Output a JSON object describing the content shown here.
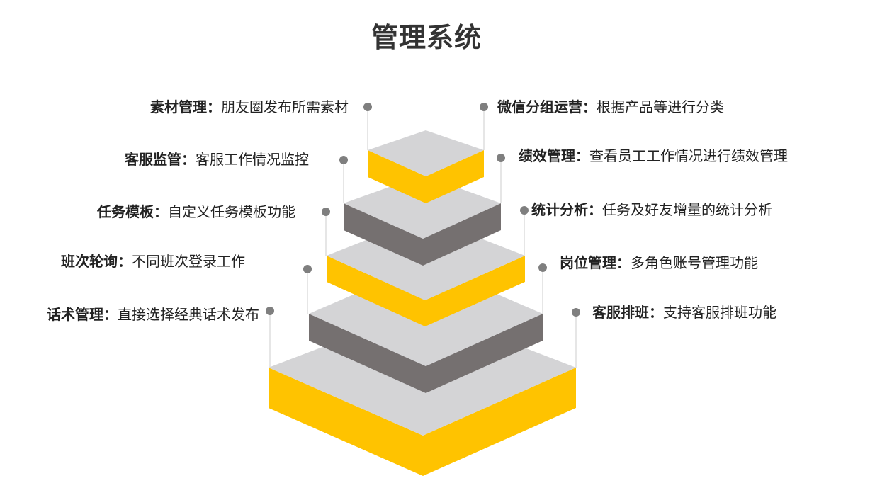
{
  "title": "管理系统",
  "colors": {
    "yellow": "#FFC300",
    "gray_top": "#D4D4D6",
    "dark": "#757070",
    "connector": "#cccccc",
    "dot": "#7f7f7f"
  },
  "left_items": [
    {
      "name": "素材管理",
      "sep": "：",
      "desc": "朋友圈发布所需素材"
    },
    {
      "name": "客服监管",
      "sep": "：",
      "desc": "客服工作情况监控"
    },
    {
      "name": "任务模板",
      "sep": "：",
      "desc": "自定义任务模板功能"
    },
    {
      "name": "班次轮询",
      "sep": "：",
      "desc": "不同班次登录工作"
    },
    {
      "name": "话术管理",
      "sep": "：",
      "desc": "直接选择经典话术发布"
    }
  ],
  "right_items": [
    {
      "name": "微信分组运营",
      "sep": "：",
      "desc": "根据产品等进行分类"
    },
    {
      "name": "绩效管理",
      "sep": "：",
      "desc": "查看员工工作情况进行绩效管理"
    },
    {
      "name": "统计分析",
      "sep": "：",
      "desc": "任务及好友增量的统计分析"
    },
    {
      "name": "岗位管理",
      "sep": "：",
      "desc": "多角色账号管理功能"
    },
    {
      "name": "客服排班",
      "sep": "：",
      "desc": "支持客服排班功能"
    }
  ]
}
